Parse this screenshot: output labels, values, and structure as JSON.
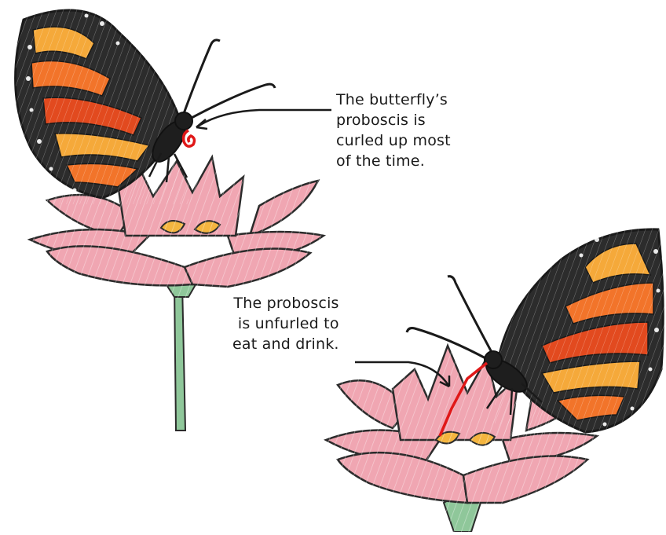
{
  "annotations": {
    "curled": {
      "lines": [
        "The butterfly’s",
        "proboscis is",
        "curled up most",
        "of the time."
      ]
    },
    "unfurled": {
      "lines": [
        "The proboscis",
        "is unfurled to",
        "eat and drink."
      ]
    }
  },
  "colors": {
    "petal": "#f0a6b2",
    "petal_outline": "#2b2b2b",
    "stem": "#8fc79a",
    "wing_black": "#2c2c2c",
    "wing_orange": "#f2742a",
    "wing_yellow": "#f5a93a",
    "wing_red": "#e24a1f",
    "proboscis": "#e01818"
  }
}
